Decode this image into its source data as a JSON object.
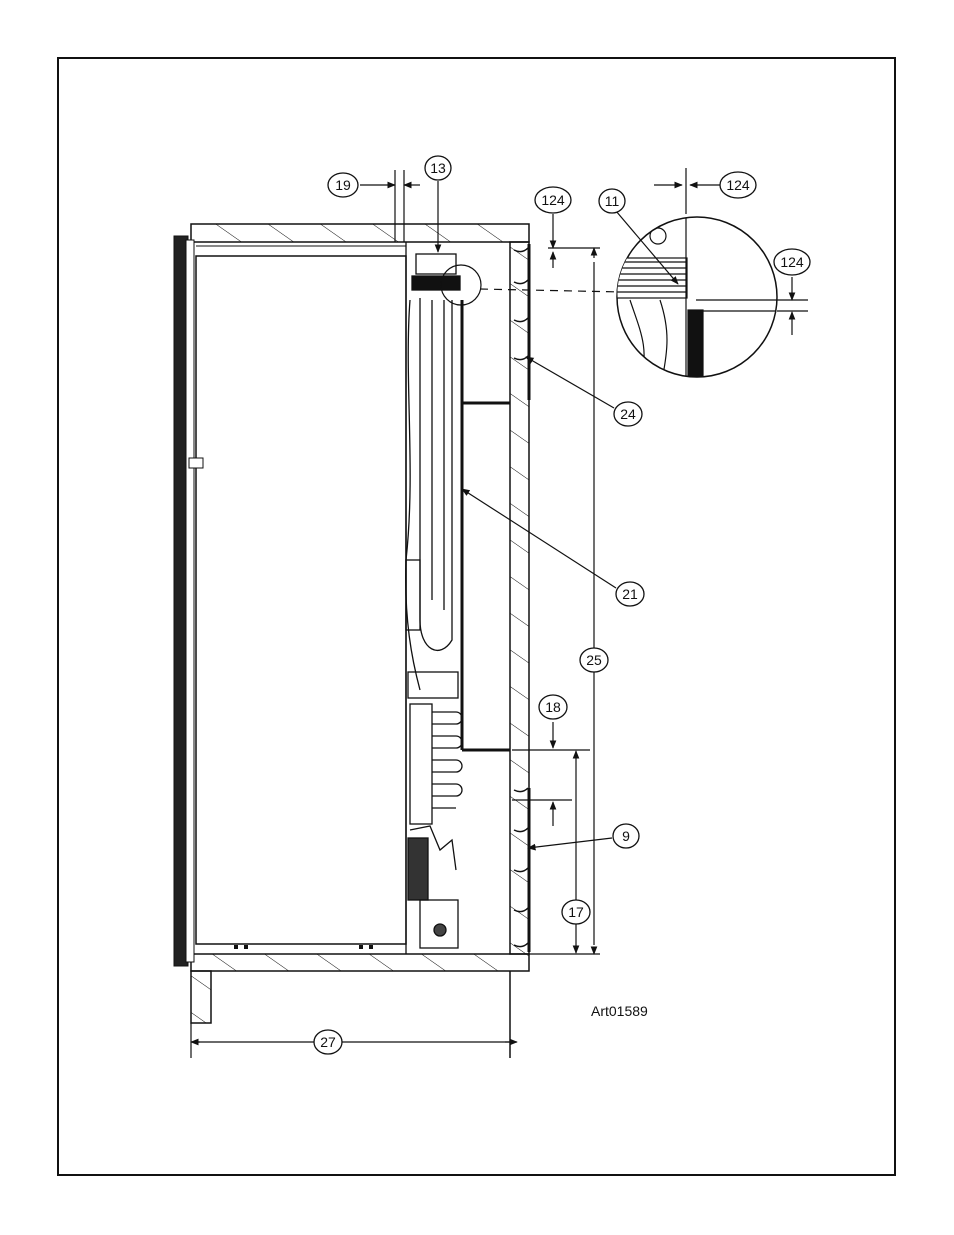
{
  "drawing": {
    "art_reference": "Art01589",
    "line_color": "#111111",
    "callouts": [
      {
        "id": "c19",
        "label": "19"
      },
      {
        "id": "c13",
        "label": "13"
      },
      {
        "id": "c124a",
        "label": "124"
      },
      {
        "id": "c11",
        "label": "11"
      },
      {
        "id": "c124b",
        "label": "124"
      },
      {
        "id": "c124c",
        "label": "124"
      },
      {
        "id": "c24",
        "label": "24"
      },
      {
        "id": "c21",
        "label": "21"
      },
      {
        "id": "c25",
        "label": "25"
      },
      {
        "id": "c18",
        "label": "18"
      },
      {
        "id": "c9",
        "label": "9"
      },
      {
        "id": "c17",
        "label": "17"
      },
      {
        "id": "c27",
        "label": "27"
      }
    ]
  }
}
